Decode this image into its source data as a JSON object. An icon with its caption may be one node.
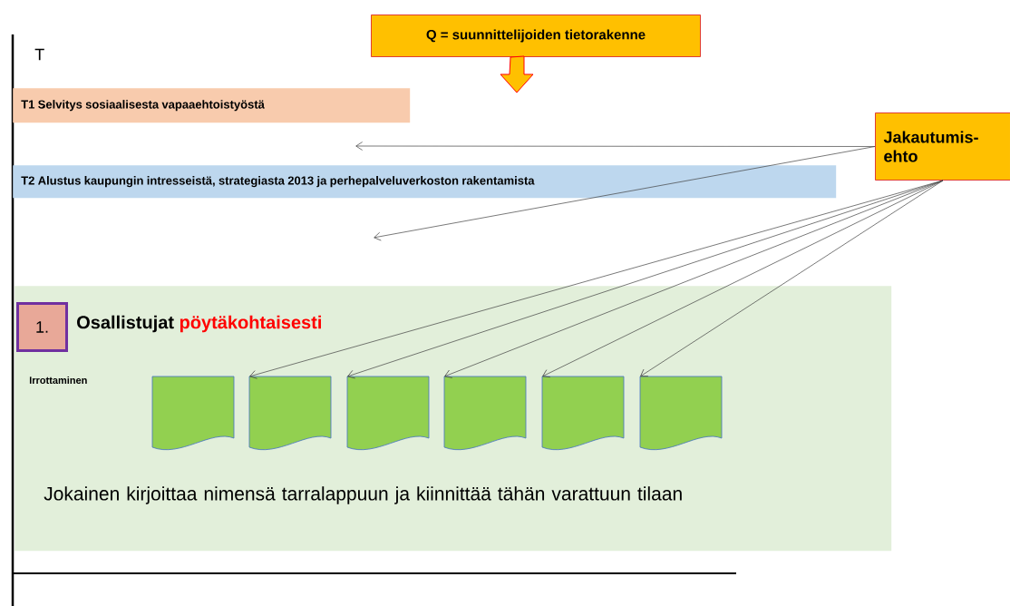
{
  "diagram": {
    "nodes": [
      {
        "text": [
          "Q = suunnittelijoiden tietorakenne"
        ]
      },
      {
        "text": [
          "T1 Selvitys sosiaalisesta vapaaehtoistyöstä"
        ]
      },
      {
        "text": [
          "T2 Alustus kaupungin intresseistä, strategiasta 2013 ja perhepalveluverkoston rakentamista"
        ]
      },
      {
        "text": [
          "Jakautumis- ehto"
        ]
      },
      {
        "text": [
          "Osallistujat",
          "pöytäkohtaisesti",
          "Jokainen kirjoittaa nimensä tarralappuun ja kiinnittää tähän varattuun tilaan"
        ]
      },
      {
        "text": [
          "1."
        ],
        "in": 4
      },
      {
        "text": [],
        "shape": "document",
        "in": 4
      },
      {
        "text": [],
        "shape": "document",
        "in": 4
      },
      {
        "text": [],
        "shape": "document",
        "in": 4
      },
      {
        "text": [],
        "shape": "document",
        "in": 4
      },
      {
        "text": [],
        "shape": "document",
        "in": 4
      },
      {
        "text": [],
        "shape": "document",
        "in": 4
      }
    ],
    "edges": [
      {
        "from": 0,
        "to": null,
        "arrow": "to",
        "style": "thick",
        "color": "#ffc000"
      },
      {
        "from": 3,
        "to": null,
        "arrow": "to"
      },
      {
        "from": 3,
        "to": null,
        "arrow": "to"
      },
      {
        "from": 3,
        "to": 7,
        "arrow": "to"
      },
      {
        "from": 3,
        "to": 8,
        "arrow": "to"
      },
      {
        "from": 3,
        "to": 9,
        "arrow": "to"
      },
      {
        "from": 3,
        "to": 10,
        "arrow": "to"
      },
      {
        "from": 3,
        "to": 11,
        "arrow": "to"
      }
    ],
    "labels": [
      "T",
      "Irrottaminen"
    ]
  }
}
